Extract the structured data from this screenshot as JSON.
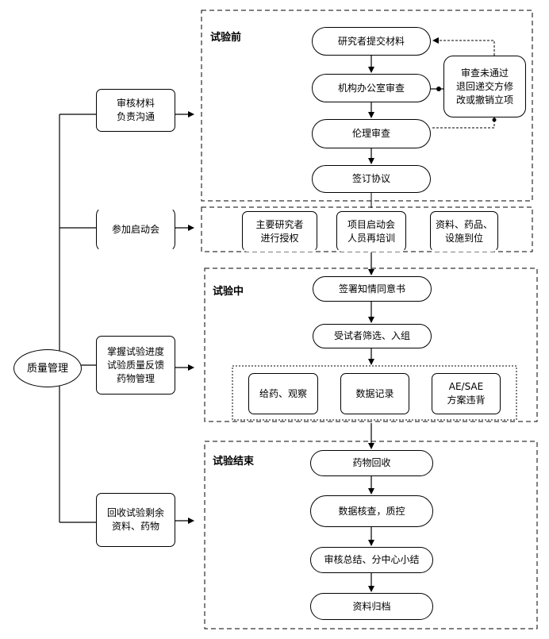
{
  "center": "质量管理",
  "left_boxes": [
    {
      "lines": [
        "审核材料",
        "负责沟通"
      ]
    },
    {
      "lines": [
        "参加启动会"
      ]
    },
    {
      "lines": [
        "掌握试验进度",
        "试验质量反馈",
        "药物管理"
      ]
    },
    {
      "lines": [
        "回收试验剩余",
        "资料、药物"
      ]
    }
  ],
  "phases": [
    "试验前",
    "试验中",
    "试验结束"
  ],
  "pre": {
    "steps": [
      "研究者提交材料",
      "机构办公室审查",
      "伦理审查",
      "签订协议"
    ],
    "reject": [
      "审查未通过",
      "退回递交方修",
      "改或撤销立项"
    ]
  },
  "kickoff": [
    {
      "lines": [
        "主要研究者",
        "进行授权"
      ]
    },
    {
      "lines": [
        "项目启动会",
        "人员再培训"
      ]
    },
    {
      "lines": [
        "资料、药品、",
        "设施到位"
      ]
    }
  ],
  "mid": {
    "steps": [
      "签署知情同意书",
      "受试者筛选、入组"
    ],
    "sub": [
      {
        "lines": [
          "给药、观察"
        ]
      },
      {
        "lines": [
          "数据记录"
        ]
      },
      {
        "lines": [
          "AE/SAE",
          "方案违背"
        ]
      }
    ]
  },
  "end": {
    "steps": [
      "药物回收",
      "数据核查，质控",
      "审核总结、分中心小结",
      "资料归档"
    ]
  }
}
